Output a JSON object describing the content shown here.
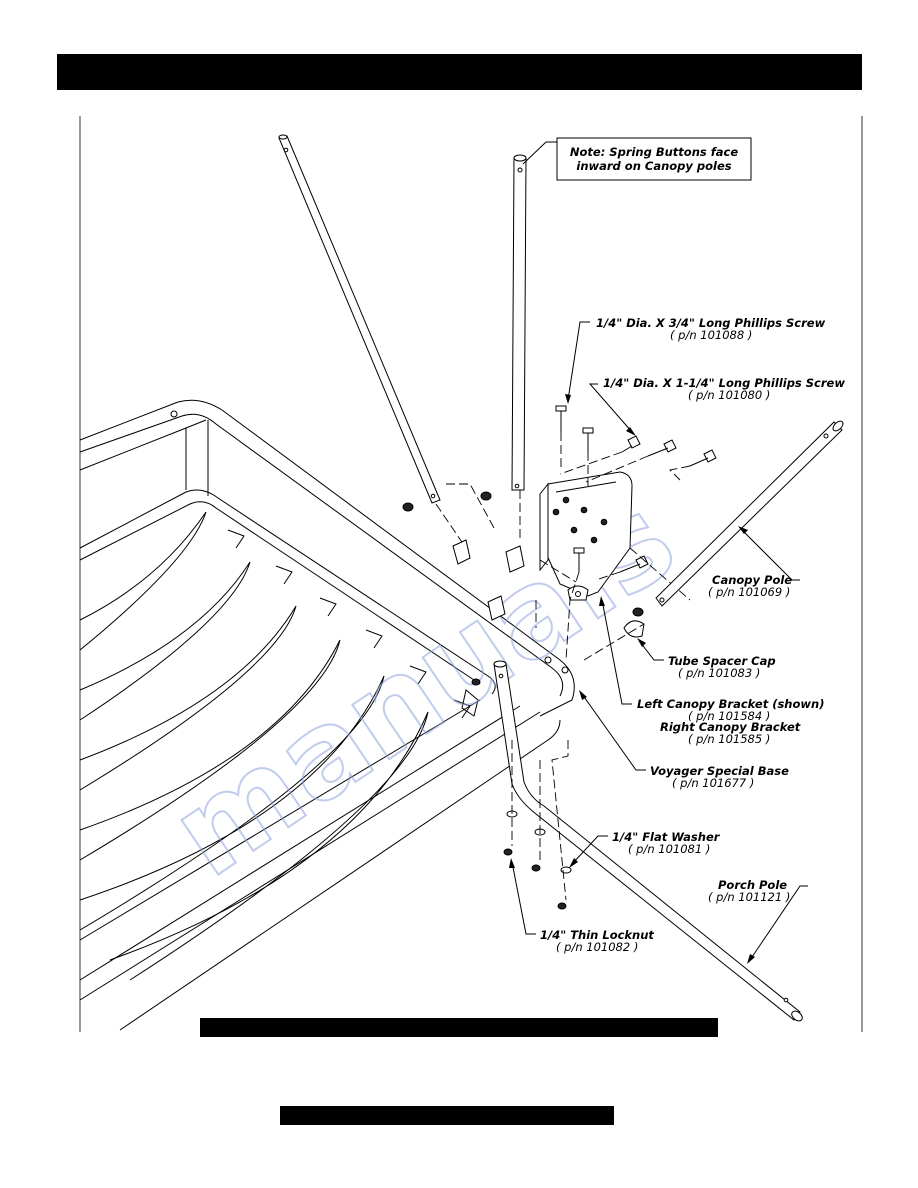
{
  "note": {
    "line1": "Note: Spring Buttons face",
    "line2": "inward on Canopy poles"
  },
  "callouts": {
    "screw_short": {
      "name": "1/4\" Dia. X 3/4\" Long Phillips Screw",
      "pn": "( p/n 101088 )"
    },
    "screw_long": {
      "name": "1/4\" Dia. X 1-1/4\" Long Phillips Screw",
      "pn": "( p/n 101080 )"
    },
    "canopy_pole": {
      "name": "Canopy Pole",
      "pn": "( p/n 101069 )"
    },
    "tube_cap": {
      "name": "Tube Spacer Cap",
      "pn": "( p/n 101083 )"
    },
    "left_bracket": {
      "name": "Left Canopy Bracket (shown)",
      "pn": "( p/n 101584 )"
    },
    "right_bracket": {
      "name": "Right Canopy Bracket",
      "pn": "( p/n 101585 )"
    },
    "base": {
      "name": "Voyager Special Base",
      "pn": "( p/n 101677 )"
    },
    "washer": {
      "name": "1/4\" Flat Washer",
      "pn": "( p/n 101081 )"
    },
    "porch_pole": {
      "name": "Porch Pole",
      "pn": "( p/n 101121 )"
    },
    "locknut": {
      "name": "1/4\" Thin Locknut",
      "pn": "( p/n 101082 )"
    }
  },
  "watermark": "manuals"
}
